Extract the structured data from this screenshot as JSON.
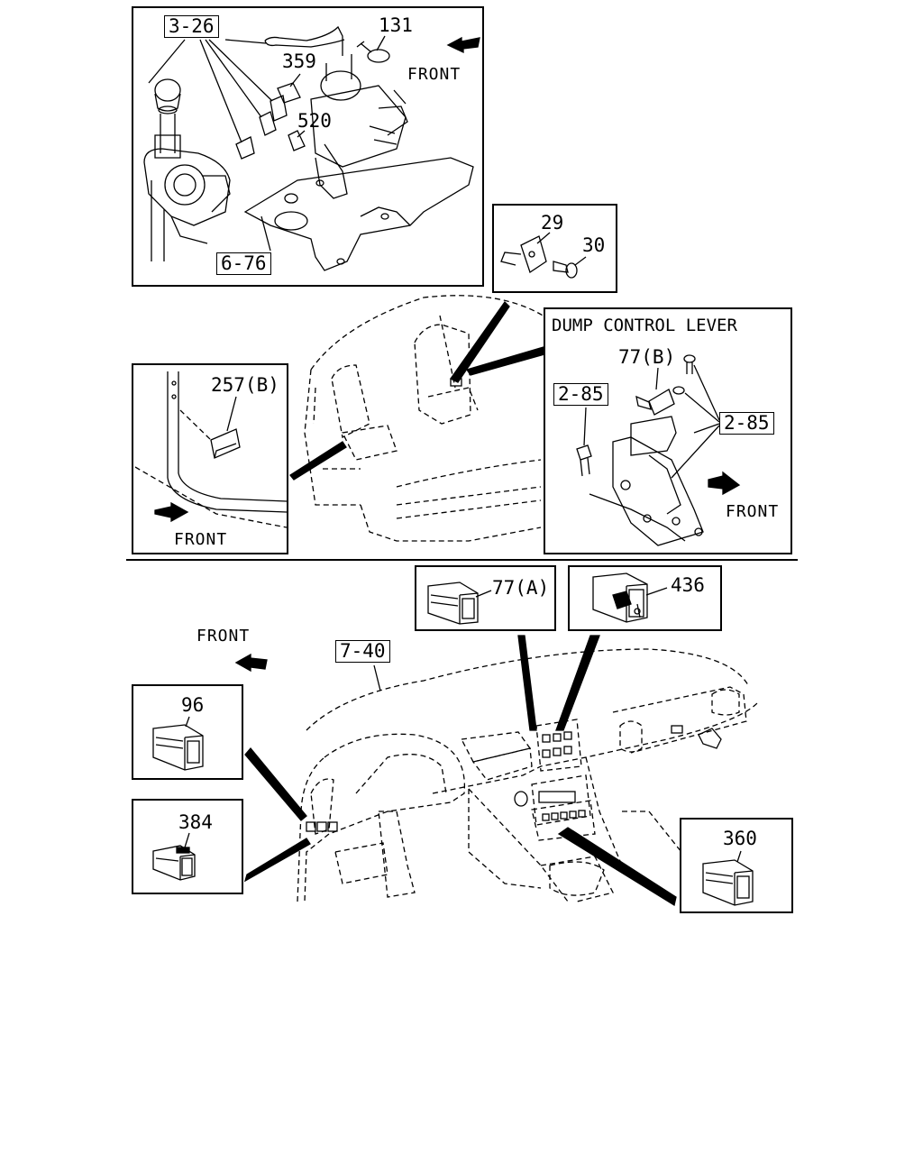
{
  "top_panel": {
    "callouts": {
      "p3_26": "3-26",
      "p131": "131",
      "p359": "359",
      "p520": "520",
      "p6_76": "6-76"
    },
    "front_label": "FRONT"
  },
  "panel_29_30": {
    "p29": "29",
    "p30": "30"
  },
  "panel_dump": {
    "title": "DUMP CONTROL LEVER",
    "p77b": "77(B)",
    "p2_85_left": "2-85",
    "p2_85_right": "2-85",
    "front_label": "FRONT"
  },
  "panel_257": {
    "p257b": "257(B)",
    "front_label": "FRONT"
  },
  "panel_77a": {
    "p77a": "77(A)"
  },
  "panel_436": {
    "p436": "436"
  },
  "dashboard": {
    "p7_40": "7-40",
    "front_label": "FRONT"
  },
  "panel_96": {
    "p96": "96"
  },
  "panel_384": {
    "p384": "384"
  },
  "panel_360": {
    "p360": "360"
  }
}
